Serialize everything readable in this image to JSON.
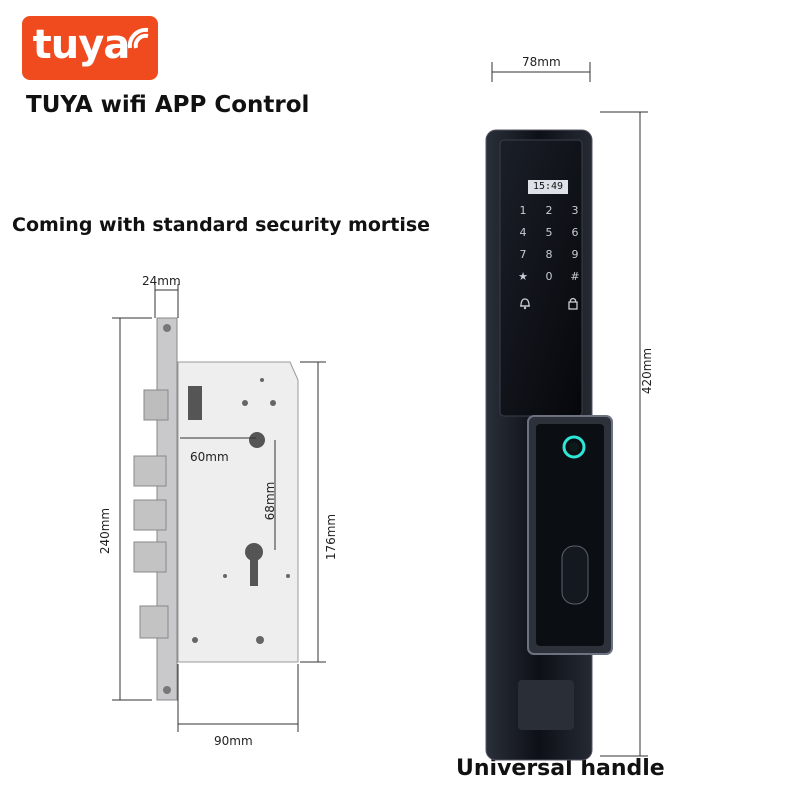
{
  "brand": {
    "logo_text": "tuya",
    "logo_color": "#f04b1e"
  },
  "headings": {
    "app_control": "TUYA wifi APP Control",
    "mortise": "Coming with standard security mortise",
    "handle": "Universal handle"
  },
  "mortise_dims": {
    "faceplate_width": "24mm",
    "height": "240mm",
    "backset": "60mm",
    "center_distance": "68mm",
    "body_height": "176mm",
    "body_width": "90mm"
  },
  "handle_dims": {
    "width": "78mm",
    "height": "420mm"
  },
  "keypad": {
    "time": "15:49",
    "keys": [
      "1",
      "2",
      "3",
      "4",
      "5",
      "6",
      "7",
      "8",
      "9",
      "★",
      "0",
      "#"
    ],
    "bell_icon": "bell-icon",
    "lock_icon": "lock-icon"
  }
}
